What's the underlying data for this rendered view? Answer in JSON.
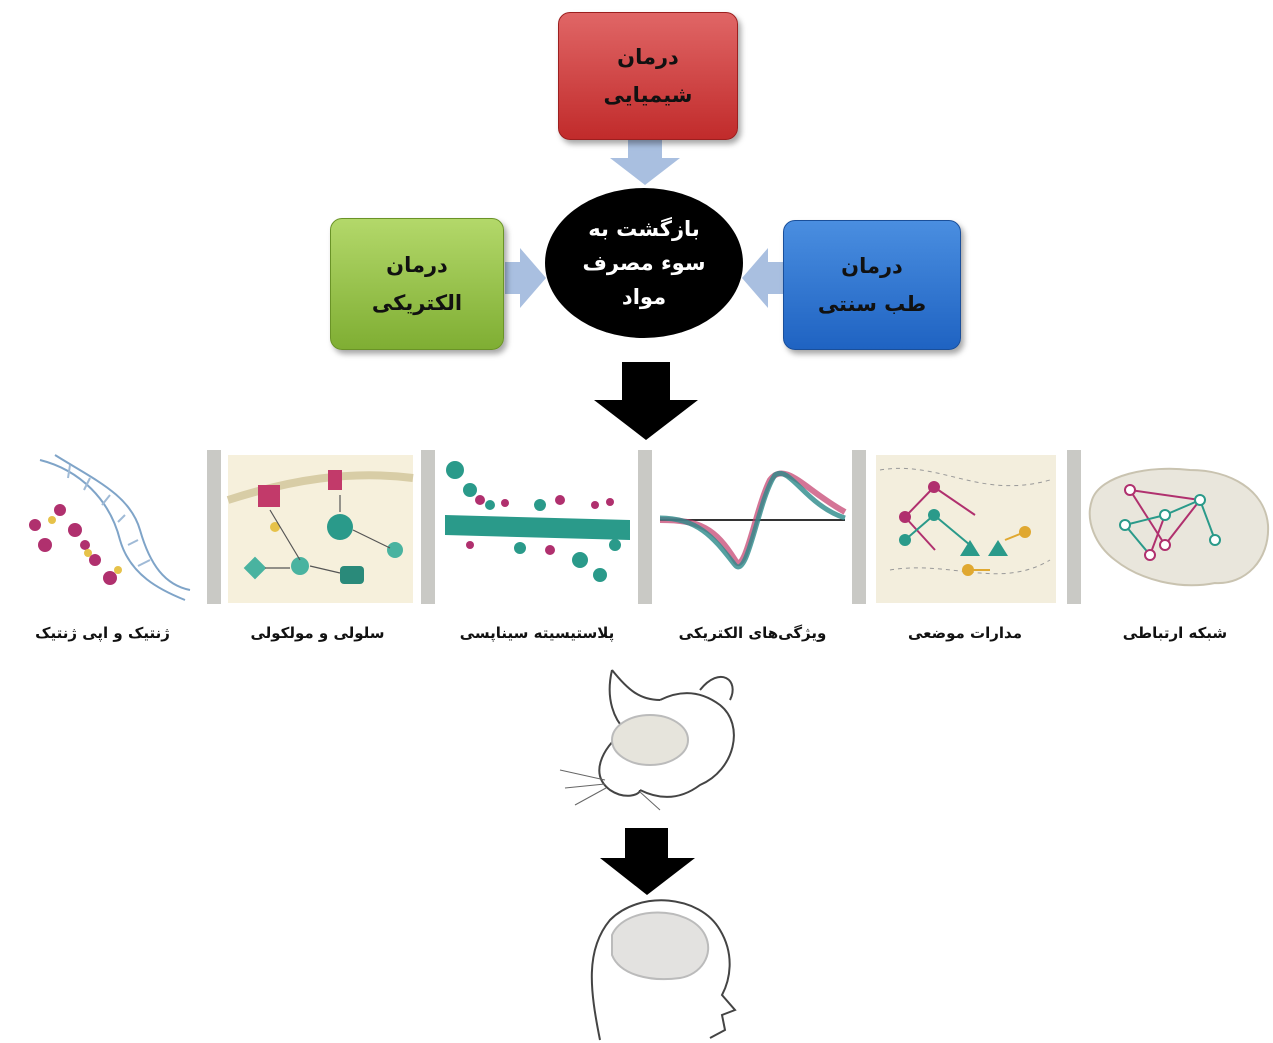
{
  "boxes": {
    "chemical": {
      "line1": "درمان",
      "line2": "شیمیایی",
      "color": "#d04040"
    },
    "electrical": {
      "line1": "درمان",
      "line2": "الکتریکی",
      "color": "#9cc64c"
    },
    "traditional": {
      "line1": "درمان",
      "line2": "طب سنتی",
      "color": "#2f74d0"
    }
  },
  "center": {
    "line1": "بازگشت به",
    "line2": "سوء مصرف",
    "line3": "مواد"
  },
  "panels": [
    {
      "label": "ژنتیک و اپی ژنتیک",
      "icon": "dna-helix-icon"
    },
    {
      "label": "سلولی و مولکولی",
      "icon": "cell-molecular-icon"
    },
    {
      "label": "پلاستیسیته سیناپسی",
      "icon": "dendrite-icon"
    },
    {
      "label": "ویژگی‌های الکتریکی",
      "icon": "waveform-icon"
    },
    {
      "label": "مدارات موضعی",
      "icon": "local-circuit-icon"
    },
    {
      "label": "شبکه ارتباطی",
      "icon": "brain-network-icon"
    }
  ],
  "colors": {
    "arrow_light": "#a9bfe0",
    "arrow_dark": "#000000",
    "teal": "#2a9a8a",
    "magenta": "#b0306e"
  }
}
